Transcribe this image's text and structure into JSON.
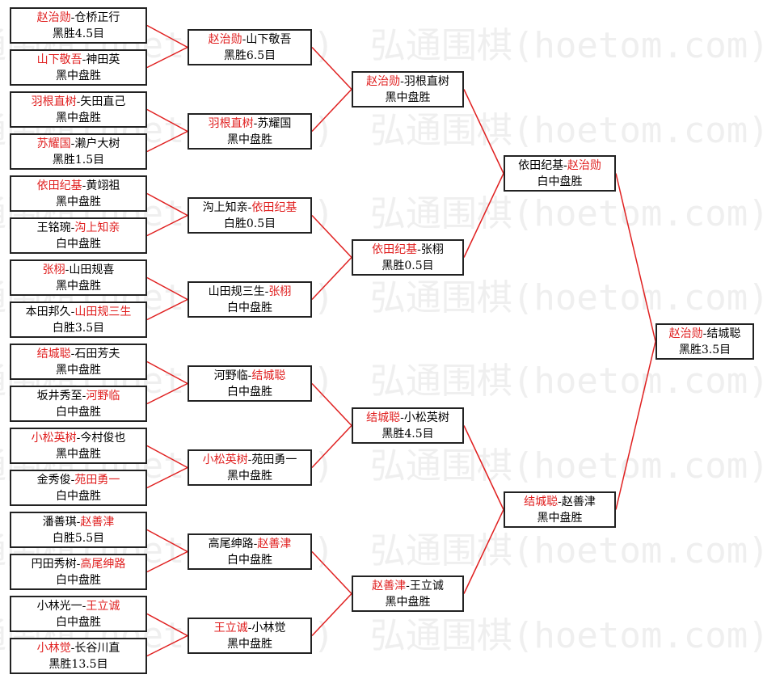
{
  "watermark": "弘通围棋(hoetom.com)",
  "colors": {
    "winner": "#e02020",
    "text": "#000000",
    "connector": "#e02020",
    "border": "#222222"
  },
  "rounds": [
    {
      "name": "round-1",
      "matches": [
        {
          "p1": "赵治勋",
          "p2": "仓桥正行",
          "winner": 1,
          "result": "黑胜4.5目"
        },
        {
          "p1": "山下敬吾",
          "p2": "神田英",
          "winner": 1,
          "result": "黑中盘胜"
        },
        {
          "p1": "羽根直树",
          "p2": "矢田直己",
          "winner": 1,
          "result": "黑中盘胜"
        },
        {
          "p1": "苏耀国",
          "p2": "濑户大树",
          "winner": 1,
          "result": "黑胜1.5目"
        },
        {
          "p1": "依田纪基",
          "p2": "黄翊祖",
          "winner": 1,
          "result": "黑中盘胜"
        },
        {
          "p1": "王铭琬",
          "p2": "沟上知亲",
          "winner": 2,
          "result": "白中盘胜"
        },
        {
          "p1": "张栩",
          "p2": "山田规喜",
          "winner": 1,
          "result": "黑中盘胜"
        },
        {
          "p1": "本田邦久",
          "p2": "山田规三生",
          "winner": 2,
          "result": "白胜3.5目"
        },
        {
          "p1": "结城聪",
          "p2": "石田芳夫",
          "winner": 1,
          "result": "黑中盘胜"
        },
        {
          "p1": "坂井秀至",
          "p2": "河野临",
          "winner": 2,
          "result": "白中盘胜"
        },
        {
          "p1": "小松英树",
          "p2": "今村俊也",
          "winner": 1,
          "result": "黑中盘胜"
        },
        {
          "p1": "金秀俊",
          "p2": "苑田勇一",
          "winner": 2,
          "result": "白中盘胜"
        },
        {
          "p1": "潘善琪",
          "p2": "赵善津",
          "winner": 2,
          "result": "白胜5.5目"
        },
        {
          "p1": "円田秀树",
          "p2": "高尾绅路",
          "winner": 2,
          "result": "白中盘胜"
        },
        {
          "p1": "小林光一",
          "p2": "王立诚",
          "winner": 2,
          "result": "白中盘胜"
        },
        {
          "p1": "小林觉",
          "p2": "长谷川直",
          "winner": 1,
          "result": "黑胜13.5目"
        }
      ]
    },
    {
      "name": "round-2",
      "matches": [
        {
          "p1": "赵治勋",
          "p2": "山下敬吾",
          "winner": 1,
          "result": "黑胜6.5目"
        },
        {
          "p1": "羽根直树",
          "p2": "苏耀国",
          "winner": 1,
          "result": "黑中盘胜"
        },
        {
          "p1": "沟上知亲",
          "p2": "依田纪基",
          "winner": 2,
          "result": "白胜0.5目"
        },
        {
          "p1": "山田规三生",
          "p2": "张栩",
          "winner": 2,
          "result": "白中盘胜"
        },
        {
          "p1": "河野临",
          "p2": "结城聪",
          "winner": 2,
          "result": "白中盘胜"
        },
        {
          "p1": "小松英树",
          "p2": "苑田勇一",
          "winner": 1,
          "result": "黑中盘胜"
        },
        {
          "p1": "高尾绅路",
          "p2": "赵善津",
          "winner": 2,
          "result": "白中盘胜"
        },
        {
          "p1": "王立诚",
          "p2": "小林觉",
          "winner": 1,
          "result": "黑中盘胜"
        }
      ]
    },
    {
      "name": "round-3",
      "matches": [
        {
          "p1": "赵治勋",
          "p2": "羽根直树",
          "winner": 1,
          "result": "黑中盘胜"
        },
        {
          "p1": "依田纪基",
          "p2": "张栩",
          "winner": 1,
          "result": "黑胜0.5目"
        },
        {
          "p1": "结城聪",
          "p2": "小松英树",
          "winner": 1,
          "result": "黑胜4.5目"
        },
        {
          "p1": "赵善津",
          "p2": "王立诚",
          "winner": 1,
          "result": "黑中盘胜"
        }
      ]
    },
    {
      "name": "round-4",
      "matches": [
        {
          "p1": "依田纪基",
          "p2": "赵治勋",
          "winner": 2,
          "result": "白中盘胜"
        },
        {
          "p1": "结城聪",
          "p2": "赵善津",
          "winner": 1,
          "result": "黑中盘胜"
        }
      ]
    },
    {
      "name": "final",
      "matches": [
        {
          "p1": "赵治勋",
          "p2": "结城聪",
          "winner": 1,
          "result": "黑胜3.5目"
        }
      ]
    }
  ]
}
